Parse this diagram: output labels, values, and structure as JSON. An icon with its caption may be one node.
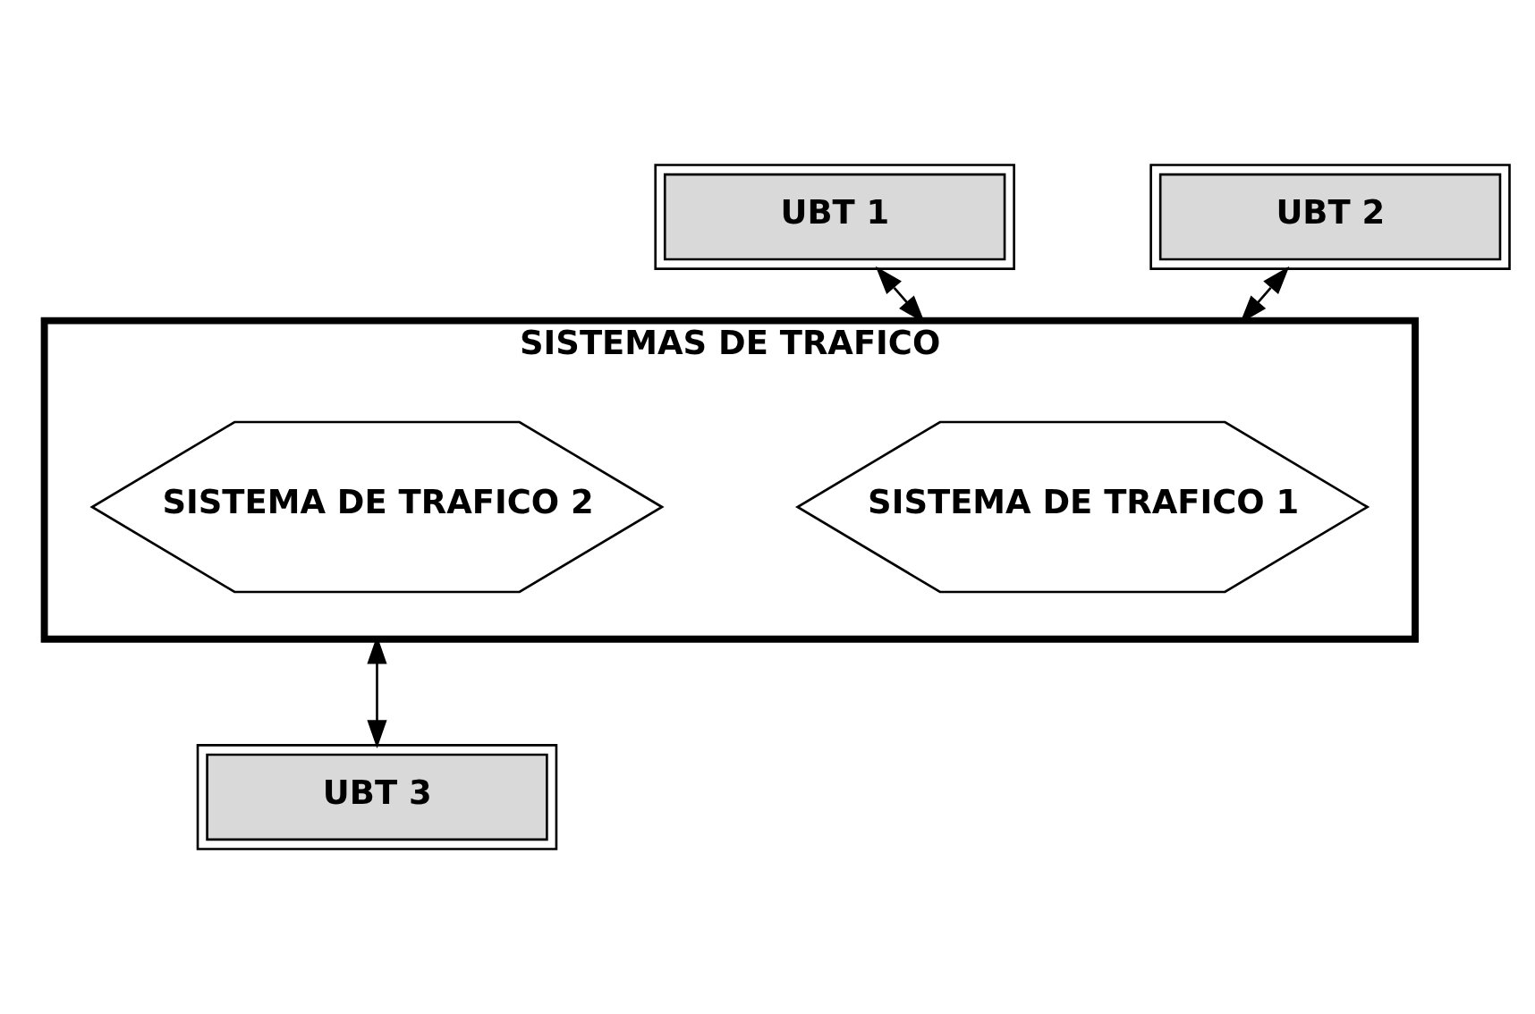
{
  "diagram": {
    "nodes": [
      {
        "text": [
          "UBT 1"
        ]
      },
      {
        "text": [
          "UBT 2"
        ]
      },
      {
        "text": [
          "SISTEMAS DE TRAFICO"
        ]
      },
      {
        "text": [
          "SISTEMA DE TRAFICO 1"
        ],
        "in": 2
      },
      {
        "text": [
          "SISTEMA DE TRAFICO 2"
        ],
        "in": 2
      },
      {
        "text": [
          "UBT 3"
        ]
      }
    ],
    "edges": [
      {
        "from": 0,
        "to": 2,
        "arrow": "both"
      },
      {
        "from": 1,
        "to": 2,
        "arrow": "both"
      },
      {
        "from": 2,
        "to": 5,
        "arrow": "both"
      }
    ]
  }
}
